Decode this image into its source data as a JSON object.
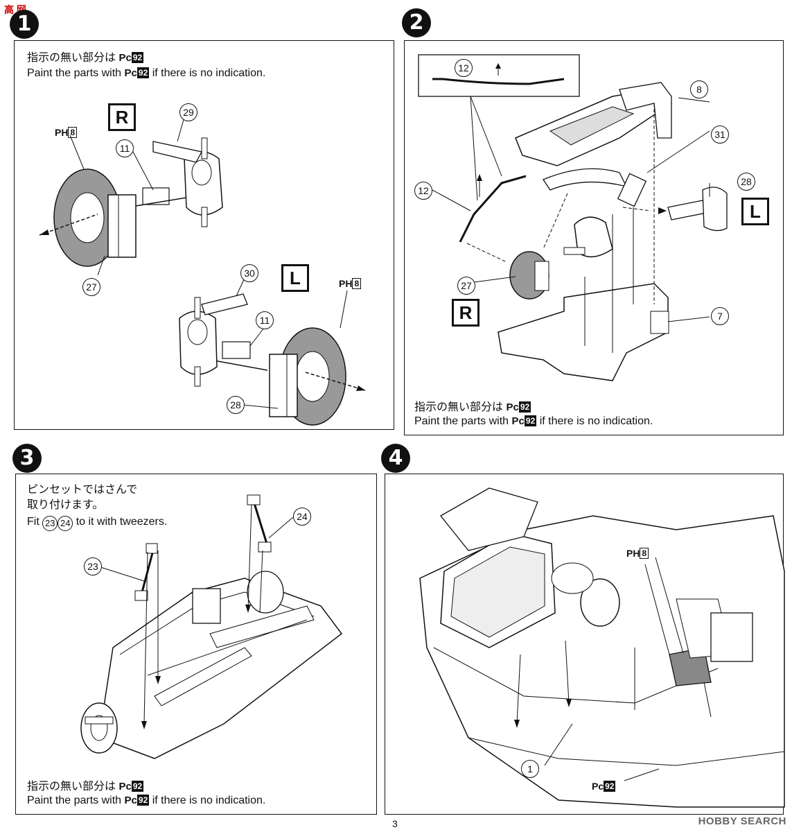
{
  "logo": "高 网",
  "page_number": "3",
  "watermark": "HOBBY SEARCH",
  "step1": {
    "number": "1",
    "note_jp": "指示の無い部分は",
    "note_en_pre": "Paint the parts with",
    "note_en_post": "if there is no indication.",
    "paint_prefix": "Pc",
    "paint_code": "92",
    "side_r": "R",
    "side_l": "L",
    "ph_prefix": "PH",
    "ph_code": "8",
    "parts": [
      "29",
      "11",
      "27",
      "30",
      "11",
      "28"
    ]
  },
  "step2": {
    "number": "2",
    "note_jp": "指示の無い部分は",
    "note_en_pre": "Paint the parts with",
    "note_en_post": "if there is no indication.",
    "paint_prefix": "Pc",
    "paint_code": "92",
    "side_l": "L",
    "side_r": "R",
    "parts": [
      "12",
      "8",
      "31",
      "12",
      "28",
      "27",
      "7"
    ]
  },
  "step3": {
    "number": "3",
    "instr_jp1": "ピンセットではさんで",
    "instr_jp2": "取り付けます。",
    "instr_en_pre": "Fit",
    "instr_en_a": "23",
    "instr_en_b": "24",
    "instr_en_post": "to it with tweezers.",
    "note_jp": "指示の無い部分は",
    "note_en_pre": "Paint the parts with",
    "note_en_post": "if there is no indication.",
    "paint_prefix": "Pc",
    "paint_code": "92",
    "parts": [
      "24",
      "23"
    ]
  },
  "step4": {
    "number": "4",
    "ph_prefix": "PH",
    "ph_code": "8",
    "pc_prefix": "Pc",
    "pc_code": "92",
    "parts": [
      "1"
    ]
  }
}
